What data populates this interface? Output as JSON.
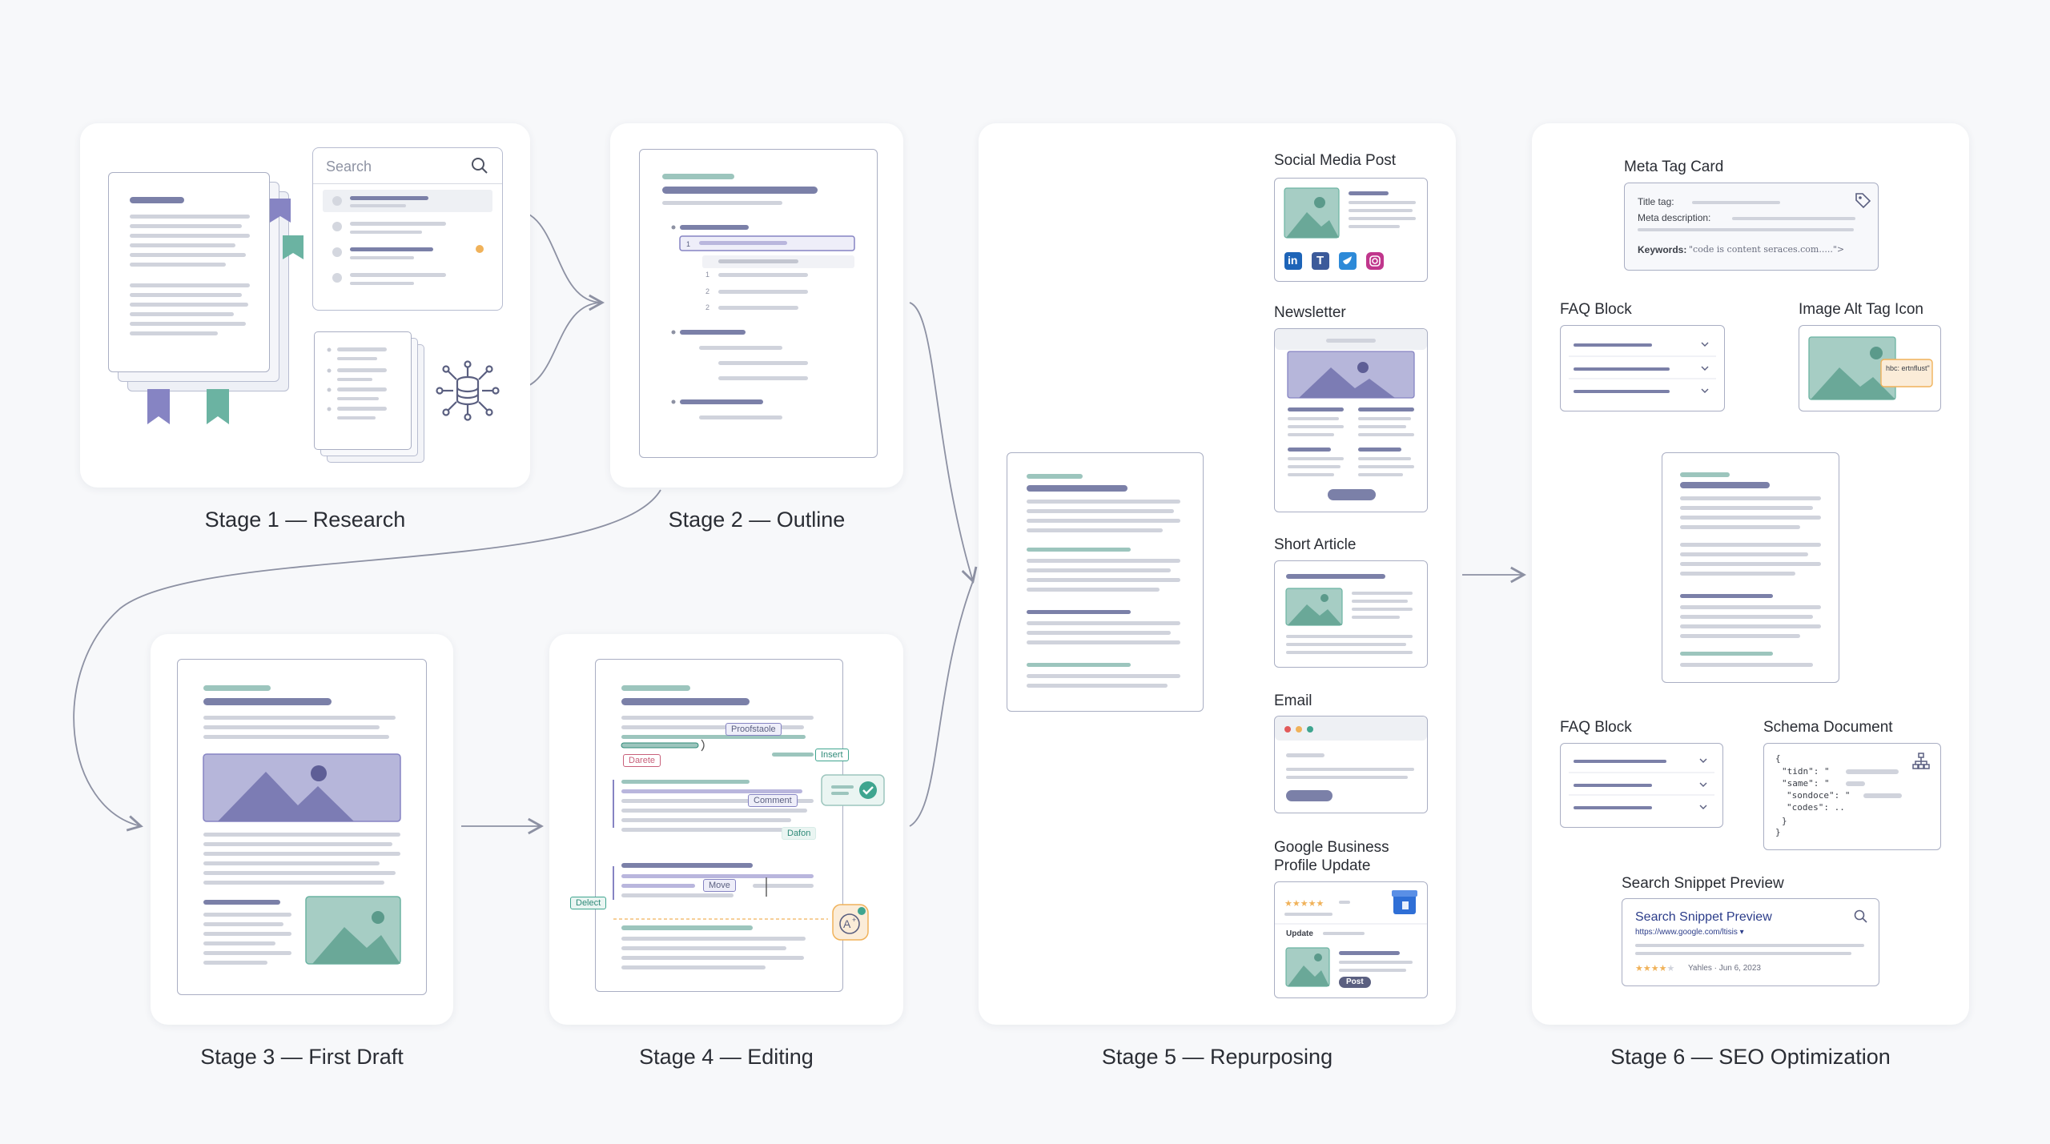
{
  "colors": {
    "background": "#f7f8fa",
    "card": "#ffffff",
    "line_dark": "#7a7f99",
    "line_light": "#d3d7e0",
    "accent_teal": "#9cc5bd",
    "accent_purple": "#b9b6dd",
    "accent_red": "#c8607a",
    "accent_green": "#3fa58f",
    "accent_orange": "#f0b25a"
  },
  "stages": {
    "s1": "Stage 1 — Research",
    "s2": "Stage 2 — Outline",
    "s3": "Stage 3 — First Draft",
    "s4": "Stage 4 — Editing",
    "s5": "Stage 5 — Repurposing",
    "s6": "Stage 6 — SEO Optimization"
  },
  "research": {
    "search_placeholder": "Search",
    "icons": [
      "bookmark-icon",
      "search-icon",
      "database-network-icon"
    ]
  },
  "editing": {
    "marks": {
      "proofread": "Proofstaole",
      "delete_red": "Darete",
      "insert": "Insert",
      "comment": "Comment",
      "define": "Dafon",
      "move": "Move",
      "delete": "Delect"
    }
  },
  "repurposing": {
    "social": "Social Media Post",
    "newsletter": "Newsletter",
    "short_article": "Short Article",
    "email": "Email",
    "gbp_line1": "Google Business",
    "gbp_line2": "Profile Update",
    "gbp_update": "Update",
    "gbp_post": "Post",
    "social_icons": [
      "in",
      "T"
    ]
  },
  "seo": {
    "meta_card_title": "Meta Tag Card",
    "title_tag": "Title tag:",
    "meta_description": "Meta description:",
    "keywords_label": "Keywords:",
    "keywords_value": "\"code is content seraces.com.....\">",
    "faq1": "FAQ Block",
    "alt_tag": "Image Alt Tag Icon",
    "alt_text": "hbc: ertnflust\"",
    "faq2": "FAQ Block",
    "schema": "Schema Document",
    "schema_lines": [
      "{",
      "\"tidn\": \"",
      "\"same\": \"",
      "\"sondoce\": \"",
      "\"codes\": ..",
      "}",
      "}"
    ],
    "snippet_label": "Search Snippet Preview",
    "snippet_title": "Search Snippet Preview",
    "snippet_url": "https://www.google.com/ltisis ▾",
    "snippet_meta": "Yahles · Jun 6, 2023"
  }
}
